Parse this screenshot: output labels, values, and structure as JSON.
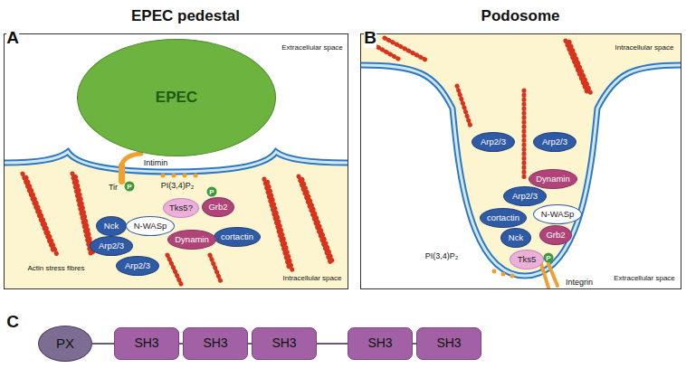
{
  "diagram": {
    "nodes": [
      {
        "text": [
          "EPEC"
        ]
      },
      {
        "text": [
          "Tks5?"
        ]
      },
      {
        "text": [
          "Grb2"
        ]
      },
      {
        "text": [
          "Nck"
        ]
      },
      {
        "text": [
          "N-WASp"
        ]
      },
      {
        "text": [
          "cortactin"
        ]
      },
      {
        "text": [
          "Arp2/3"
        ]
      },
      {
        "text": [
          "Dynamin"
        ]
      },
      {
        "text": [
          "Arp2/3"
        ]
      },
      {
        "text": [
          "Arp2/3"
        ]
      },
      {
        "text": [
          "Arp2/3"
        ]
      },
      {
        "text": [
          "Dynamin"
        ]
      },
      {
        "text": [
          "Arp2/3"
        ]
      },
      {
        "text": [
          "N-WASp"
        ]
      },
      {
        "text": [
          "cortactin"
        ]
      },
      {
        "text": [
          "Grb2"
        ]
      },
      {
        "text": [
          "Nck"
        ]
      },
      {
        "text": [
          "Tks5"
        ]
      },
      {
        "text": [
          "PX"
        ]
      },
      {
        "text": [
          "SH3"
        ]
      },
      {
        "text": [
          "SH3"
        ]
      },
      {
        "text": [
          "SH3"
        ]
      },
      {
        "text": [
          "SH3"
        ]
      },
      {
        "text": [
          "SH3"
        ]
      }
    ],
    "edges": [
      {
        "from": 18,
        "to": 19,
        "arrow": "none"
      },
      {
        "from": 19,
        "to": 20,
        "arrow": "none"
      },
      {
        "from": 20,
        "to": 21,
        "arrow": "none"
      },
      {
        "from": 21,
        "to": 22,
        "arrow": "none"
      },
      {
        "from": 22,
        "to": 23,
        "arrow": "none"
      }
    ],
    "labels": [
      "A",
      "EPEC pedestal",
      "B",
      "Podosome",
      "Extracellular space",
      "Intimin",
      "Tir",
      "P",
      "PI(3,4)P₂",
      "P",
      "Actin stress fibres",
      "Intracellular space",
      "Intracellular space",
      "PI(3,4)P₂",
      "P",
      "Integrin",
      "Extracellular space",
      "C"
    ]
  }
}
